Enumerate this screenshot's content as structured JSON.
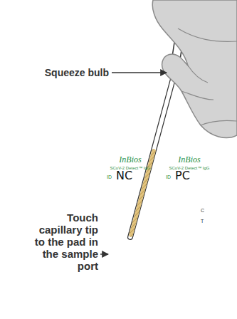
{
  "diagram": {
    "nodes": [
      {
        "text": [
          "InBios",
          "SCoV-2 Detect™ IgG",
          "ID",
          "NC"
        ]
      },
      {
        "text": [
          "InBios",
          "SCoV-2 Detect™ IgG",
          "ID",
          "PC",
          "C",
          "T"
        ]
      }
    ],
    "labels": [
      "Squeeze bulb",
      "Touch capillary tip to the pad in the sample port"
    ]
  }
}
